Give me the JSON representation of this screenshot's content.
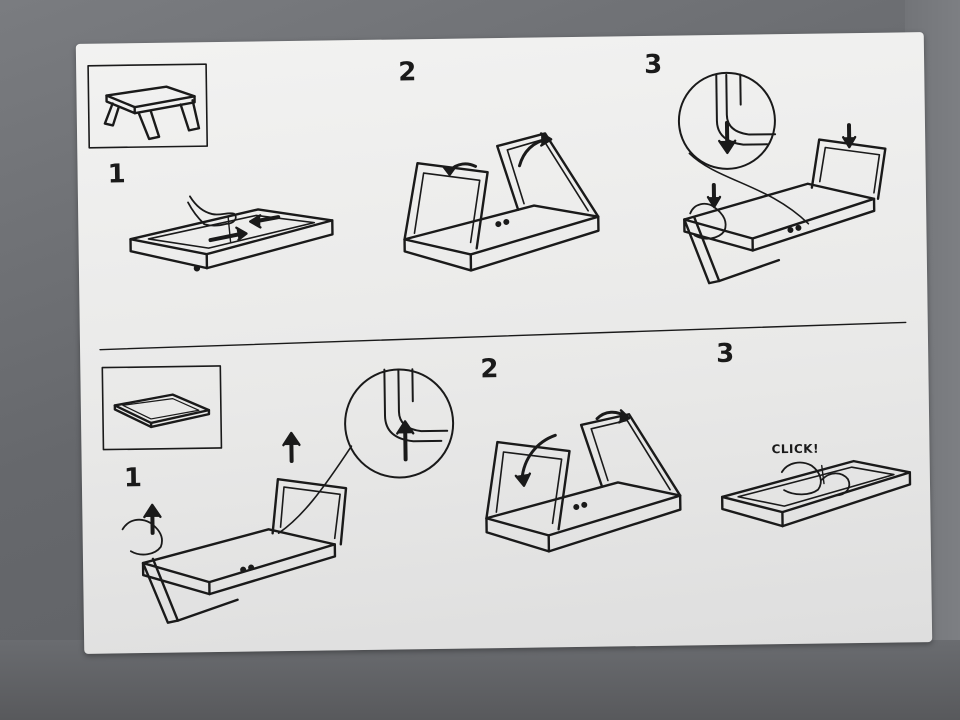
{
  "steps_top": {
    "step1": "1",
    "step2": "2",
    "step3": "3"
  },
  "steps_bottom": {
    "step1": "1",
    "step2": "2",
    "step3": "3"
  },
  "click_text": "CLICK!",
  "icons": [
    "bed-tray-with-legs-icon",
    "flat-tray-icon",
    "hand-pressing-icon",
    "arrow-icon",
    "rotate-arrow-icon",
    "magnifier-detail-icon"
  ],
  "colors": {
    "ink": "#1a1a1a",
    "sheet": "#efefee",
    "tray": "#6e7075"
  }
}
